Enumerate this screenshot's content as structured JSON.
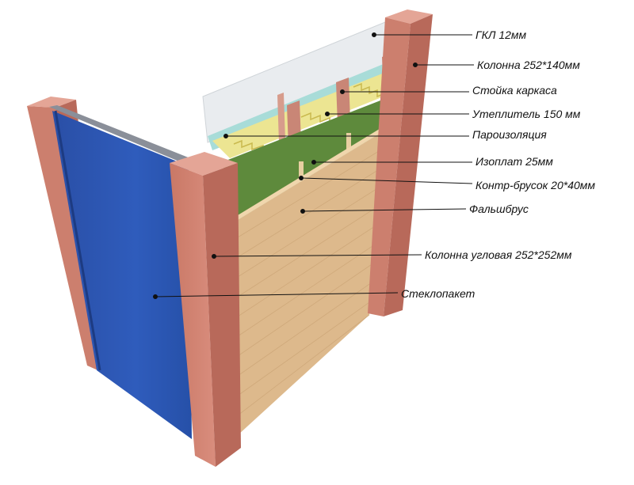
{
  "labels": {
    "gkl": "ГКЛ 12мм",
    "column": "Колонна 252*140мм",
    "frame_post": "Стойка каркаса",
    "insulation": "Утеплитель 150 мм",
    "vapor_barrier": "Пароизоляция",
    "isoplat": "Изоплат 25мм",
    "counter_batten": "Контр-брусок 20*40мм",
    "false_timber": "Фальшбрус",
    "corner_column": "Колонна угловая 252*252мм",
    "glass_unit": "Стеклопакет"
  },
  "colors": {
    "column": "#d3877a",
    "gkl": "#e9ecef",
    "frame_post": "#d79c8c",
    "insulation": "#ece592",
    "vapor_barrier": "#a8dcd8",
    "isoplat": "#5e8a3c",
    "false_timber": "#ddb98c",
    "glass": "#2c55b0"
  }
}
